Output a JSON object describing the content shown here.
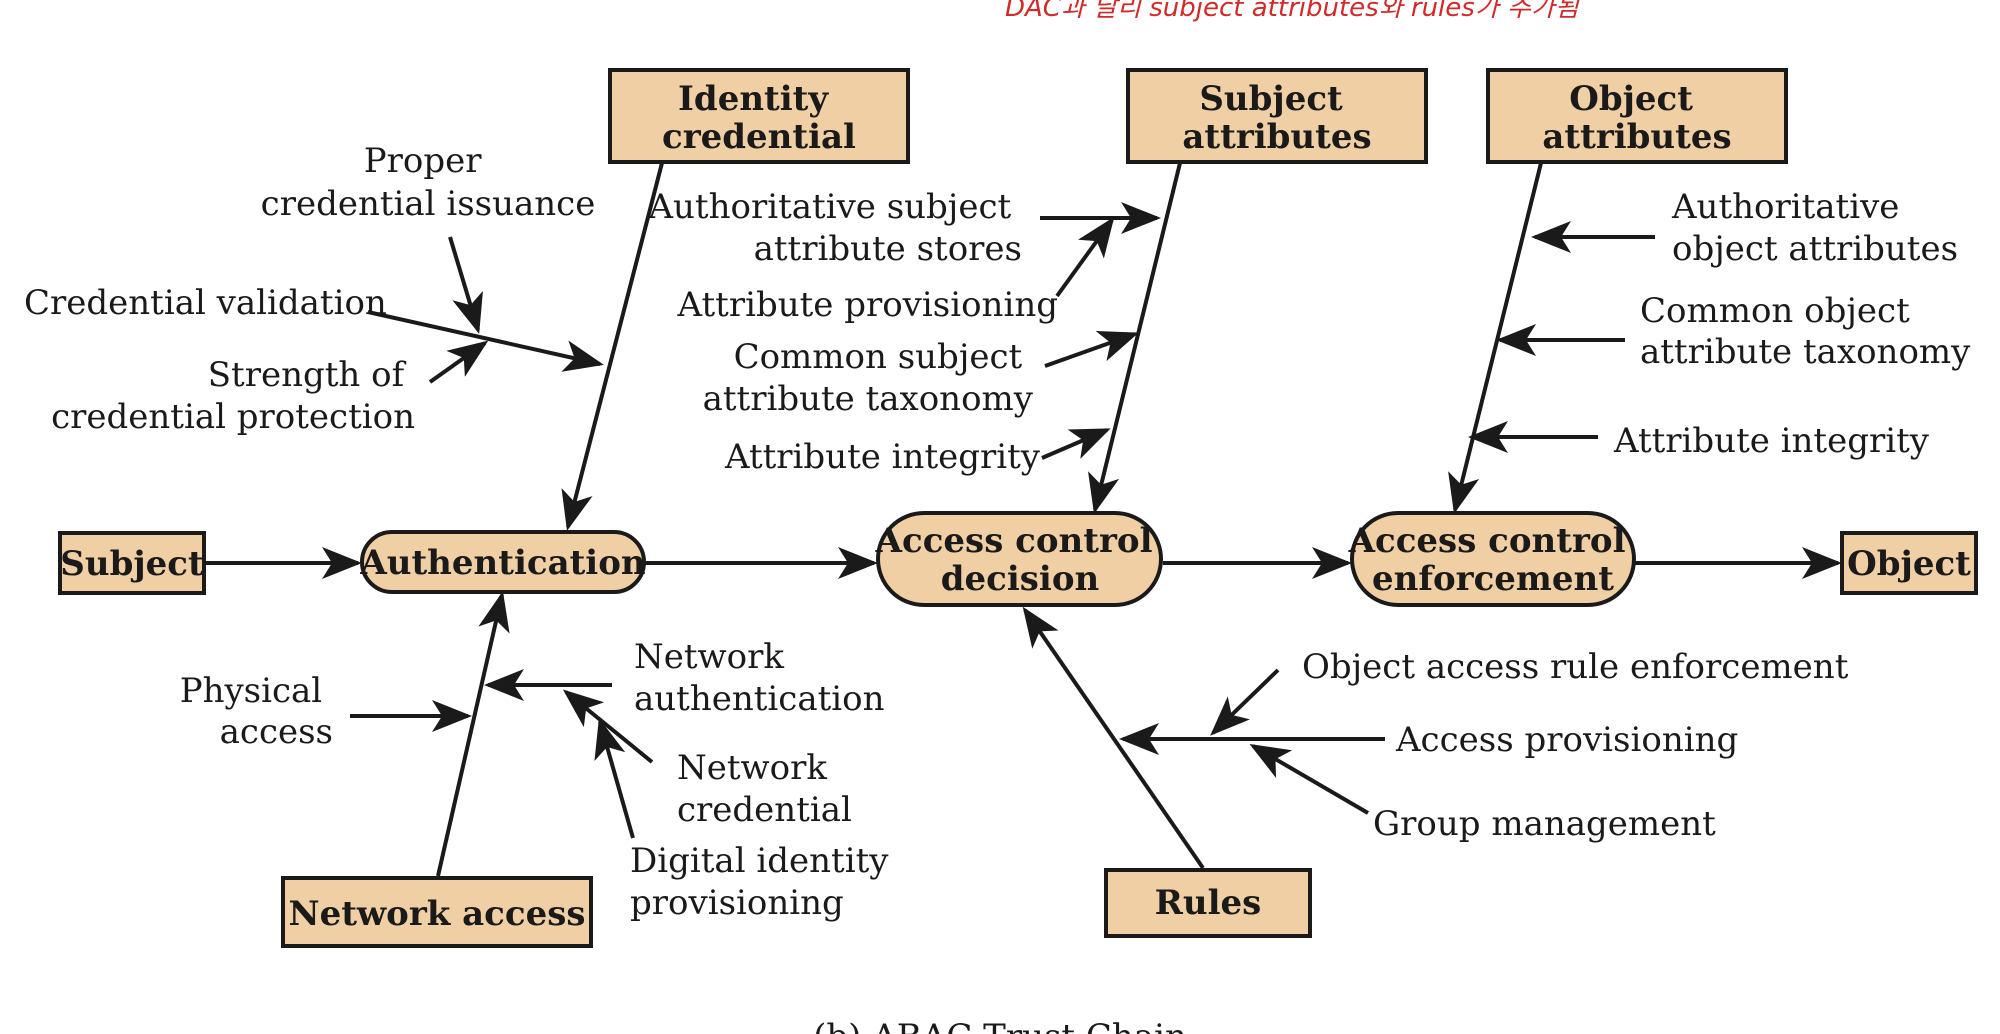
{
  "annotation": "DAC과 달리 subject attributes와 rules가 추가됨",
  "nodes": {
    "subject": "Subject",
    "authentication": "Authentication",
    "access_control_decision": [
      "Access control",
      "decision"
    ],
    "access_control_enforcement": [
      "Access control",
      "enforcement"
    ],
    "object": "Object",
    "identity_credential": [
      "Identity",
      "credential"
    ],
    "subject_attributes": [
      "Subject",
      "attributes"
    ],
    "object_attributes": [
      "Object",
      "attributes"
    ],
    "network_access": "Network access",
    "rules": "Rules"
  },
  "factors": {
    "proper_credential_issuance": [
      "Proper",
      "credential issuance"
    ],
    "credential_validation": "Credential validation",
    "strength_of_credential_protection": [
      "Strength of",
      "credential protection"
    ],
    "authoritative_subject_attribute_stores": [
      "Authoritative subject",
      "attribute stores"
    ],
    "attribute_provisioning": "Attribute provisioning",
    "common_subject_attribute_taxonomy": [
      "Common subject",
      "attribute taxonomy"
    ],
    "subject_attribute_integrity": "Attribute integrity",
    "authoritative_object_attributes": [
      "Authoritative",
      "object attributes"
    ],
    "common_object_attribute_taxonomy": [
      "Common object",
      "attribute taxonomy"
    ],
    "object_attribute_integrity": "Attribute integrity",
    "physical_access": [
      "Physical",
      "access"
    ],
    "network_authentication": [
      "Network",
      "authentication"
    ],
    "network_credential": [
      "Network",
      "credential"
    ],
    "digital_identity_provisioning": [
      "Digital identity",
      "provisioning"
    ],
    "object_access_rule_enforcement": "Object access rule enforcement",
    "access_provisioning": "Access provisioning",
    "group_management": "Group management"
  },
  "caption": "(b) ABAC Trust Chain",
  "colors": {
    "fill": "#efcfa3",
    "stroke": "#1a1a1a",
    "annotation": "#d22a2a"
  }
}
